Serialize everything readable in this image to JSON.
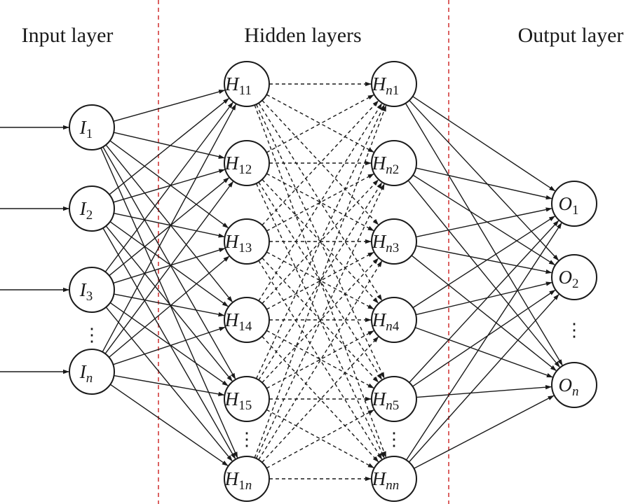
{
  "titles": {
    "input": "Input layer",
    "hidden": "Hidden layers",
    "output": "Output layer"
  },
  "ellipsis": "⋮",
  "layers": {
    "input": [
      {
        "id": "I1",
        "main": "I",
        "sub": [
          {
            "t": "1",
            "i": false
          }
        ]
      },
      {
        "id": "I2",
        "main": "I",
        "sub": [
          {
            "t": "2",
            "i": false
          }
        ]
      },
      {
        "id": "I3",
        "main": "I",
        "sub": [
          {
            "t": "3",
            "i": false
          }
        ]
      },
      {
        "id": "In",
        "main": "I",
        "sub": [
          {
            "t": "n",
            "i": true
          }
        ]
      }
    ],
    "hidden1": [
      {
        "id": "H11",
        "main": "H",
        "sub": [
          {
            "t": "11",
            "i": false
          }
        ]
      },
      {
        "id": "H12",
        "main": "H",
        "sub": [
          {
            "t": "12",
            "i": false
          }
        ]
      },
      {
        "id": "H13",
        "main": "H",
        "sub": [
          {
            "t": "13",
            "i": false
          }
        ]
      },
      {
        "id": "H14",
        "main": "H",
        "sub": [
          {
            "t": "14",
            "i": false
          }
        ]
      },
      {
        "id": "H15",
        "main": "H",
        "sub": [
          {
            "t": "15",
            "i": false
          }
        ]
      },
      {
        "id": "H1n",
        "main": "H",
        "sub": [
          {
            "t": "1",
            "i": false
          },
          {
            "t": "n",
            "i": true
          }
        ]
      }
    ],
    "hiddenN": [
      {
        "id": "Hn1",
        "main": "H",
        "sub": [
          {
            "t": "n",
            "i": true
          },
          {
            "t": "1",
            "i": false
          }
        ]
      },
      {
        "id": "Hn2",
        "main": "H",
        "sub": [
          {
            "t": "n",
            "i": true
          },
          {
            "t": "2",
            "i": false
          }
        ]
      },
      {
        "id": "Hn3",
        "main": "H",
        "sub": [
          {
            "t": "n",
            "i": true
          },
          {
            "t": "3",
            "i": false
          }
        ]
      },
      {
        "id": "Hn4",
        "main": "H",
        "sub": [
          {
            "t": "n",
            "i": true
          },
          {
            "t": "4",
            "i": false
          }
        ]
      },
      {
        "id": "Hn5",
        "main": "H",
        "sub": [
          {
            "t": "n",
            "i": true
          },
          {
            "t": "5",
            "i": false
          }
        ]
      },
      {
        "id": "Hnn",
        "main": "H",
        "sub": [
          {
            "t": "nn",
            "i": true
          }
        ]
      }
    ],
    "output": [
      {
        "id": "O1",
        "main": "O",
        "sub": [
          {
            "t": "1",
            "i": false
          }
        ]
      },
      {
        "id": "O2",
        "main": "O",
        "sub": [
          {
            "t": "2",
            "i": false
          }
        ]
      },
      {
        "id": "On",
        "main": "O",
        "sub": [
          {
            "t": "n",
            "i": true
          }
        ]
      }
    ]
  },
  "colors": {
    "ink": "#1a1a1a",
    "divider": "#d23a3a",
    "background": "#ffffff"
  }
}
